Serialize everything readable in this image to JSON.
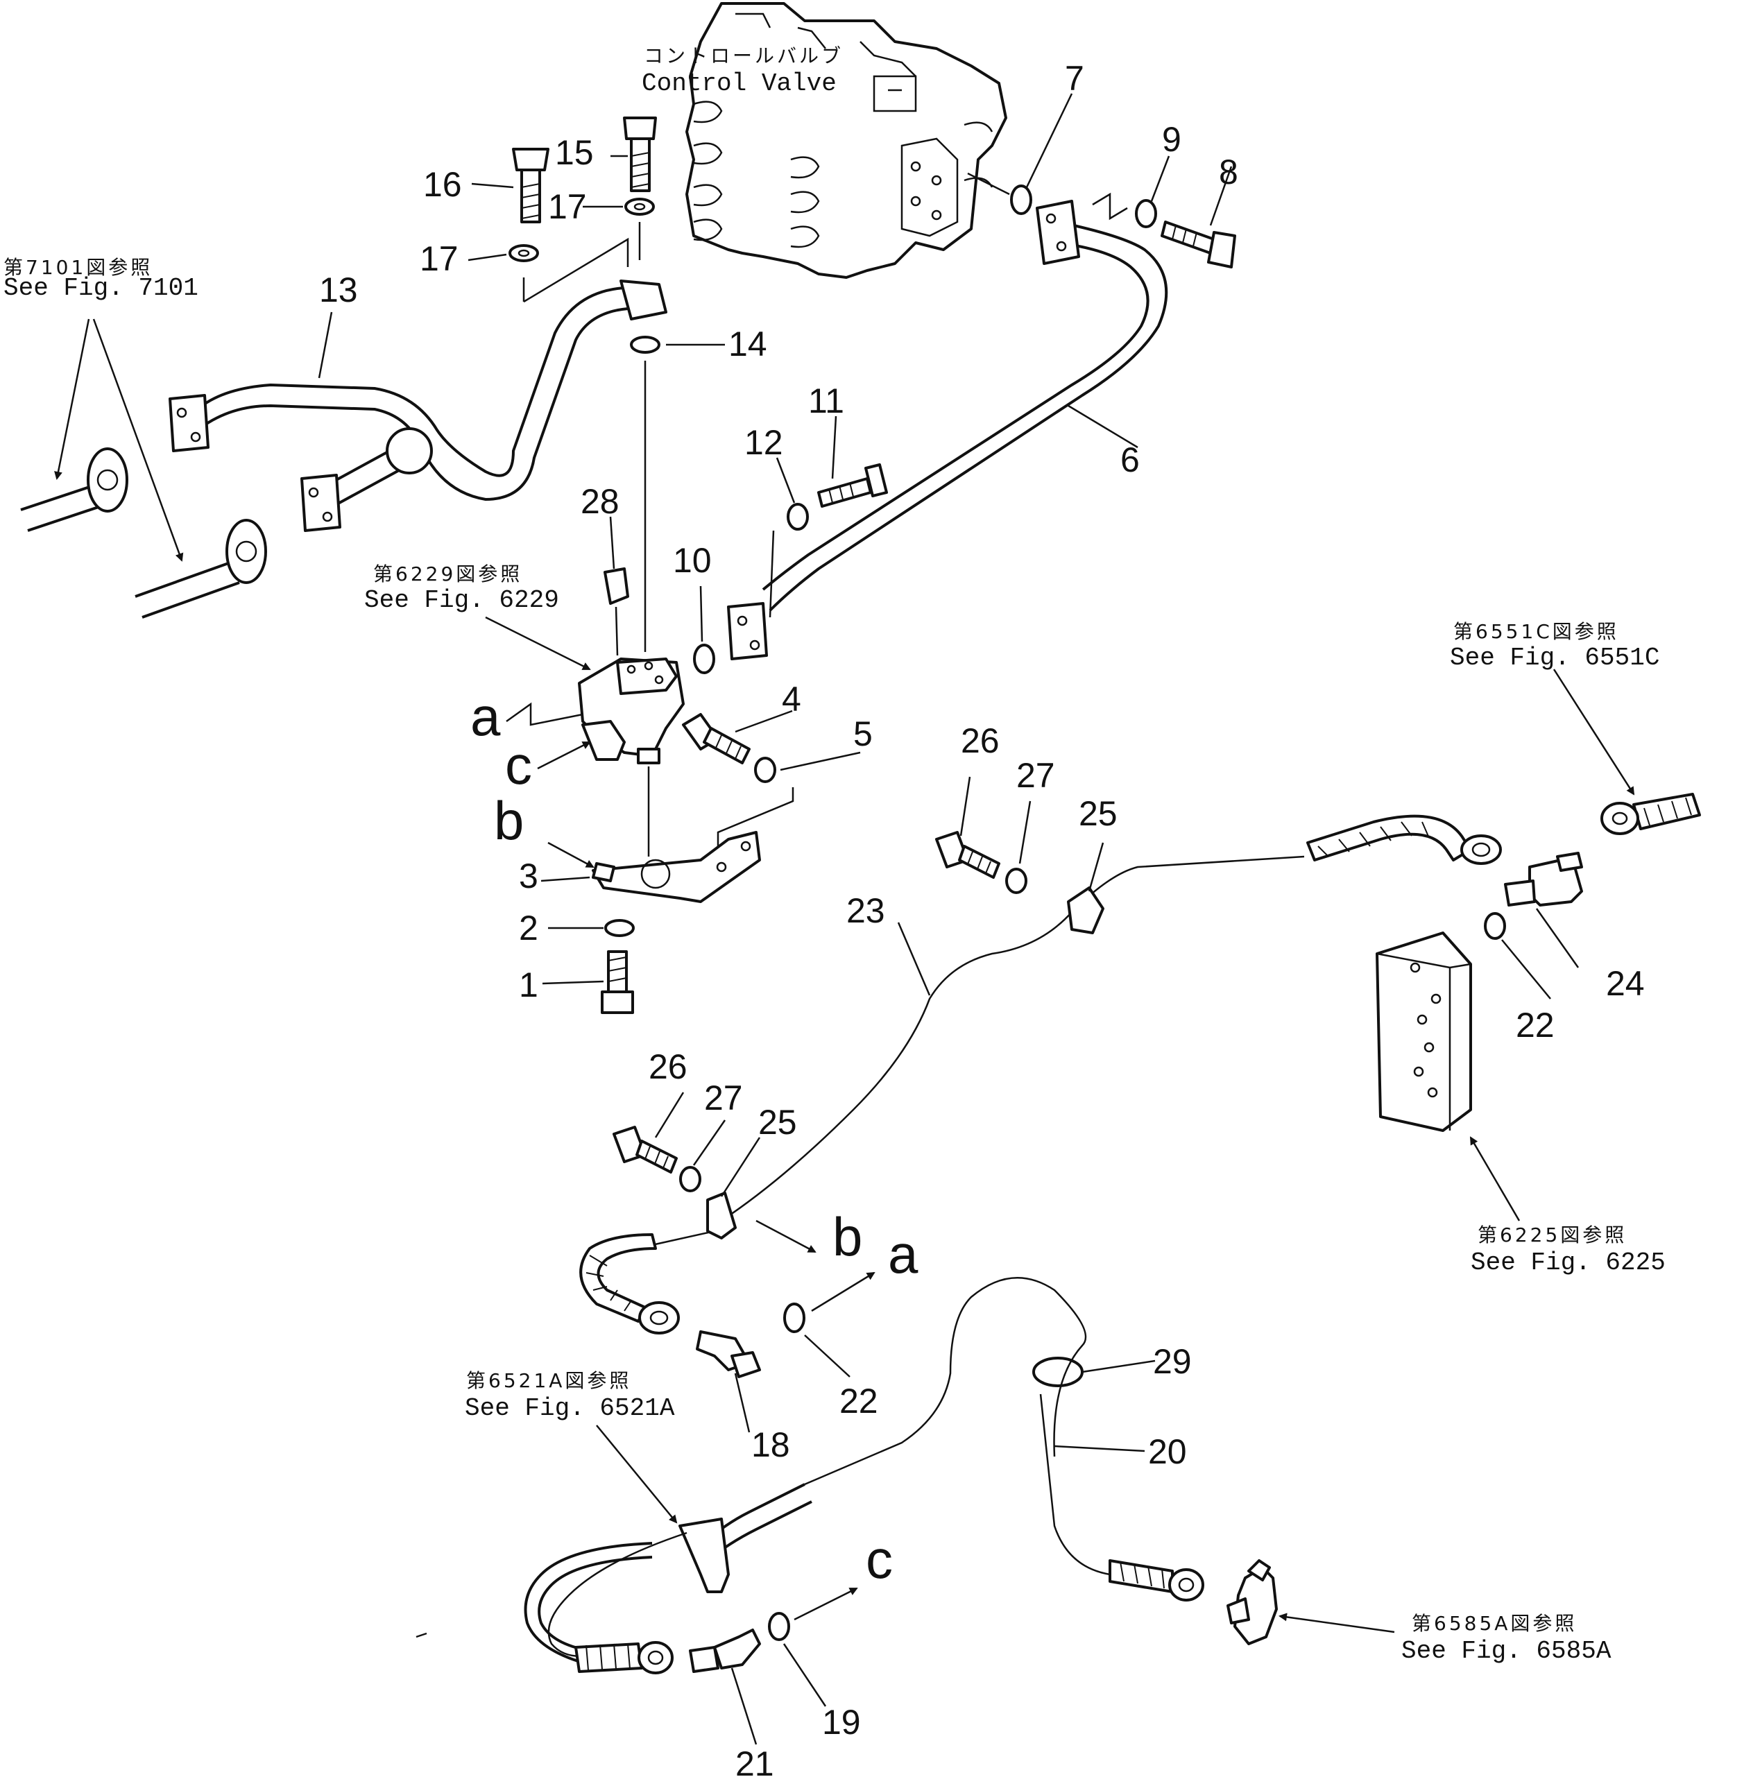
{
  "labels": {
    "control_valve_jp": "コントロールバルブ",
    "control_valve_en": "Control  Valve",
    "ref_7101_jp": "第7101図参照",
    "ref_7101_en": "See  Fig. 7101",
    "ref_6229_jp": "第6229図参照",
    "ref_6229_en": "See Fig. 6229",
    "ref_6551c_jp": "第6551C図参照",
    "ref_6551c_en": "See Fig. 6551C",
    "ref_6225_jp": "第6225図参照",
    "ref_6225_en": "See Fig. 6225",
    "ref_6521a_jp": "第6521A図参照",
    "ref_6521a_en": "See Fig. 6521A",
    "ref_6585a_jp": "第6585A図参照",
    "ref_6585a_en": "See Fig. 6585A"
  },
  "callouts": {
    "n1": "1",
    "n2": "2",
    "n3": "3",
    "n4": "4",
    "n5": "5",
    "n6": "6",
    "n7": "7",
    "n8": "8",
    "n9": "9",
    "n10": "10",
    "n11": "11",
    "n12": "12",
    "n13": "13",
    "n14": "14",
    "n15": "15",
    "n16": "16",
    "n17a": "17",
    "n17b": "17",
    "n18": "18",
    "n19": "19",
    "n20": "20",
    "n21": "21",
    "n22a": "22",
    "n22b": "22",
    "n23": "23",
    "n24": "24",
    "n25a": "25",
    "n25b": "25",
    "n26a": "26",
    "n26b": "26",
    "n27a": "27",
    "n27b": "27",
    "n28": "28",
    "n29": "29"
  },
  "connection_letters": {
    "a_top": "a",
    "c_top": "c",
    "b_top": "b",
    "b_mid": "b",
    "a_mid": "a",
    "c_bottom": "c"
  }
}
